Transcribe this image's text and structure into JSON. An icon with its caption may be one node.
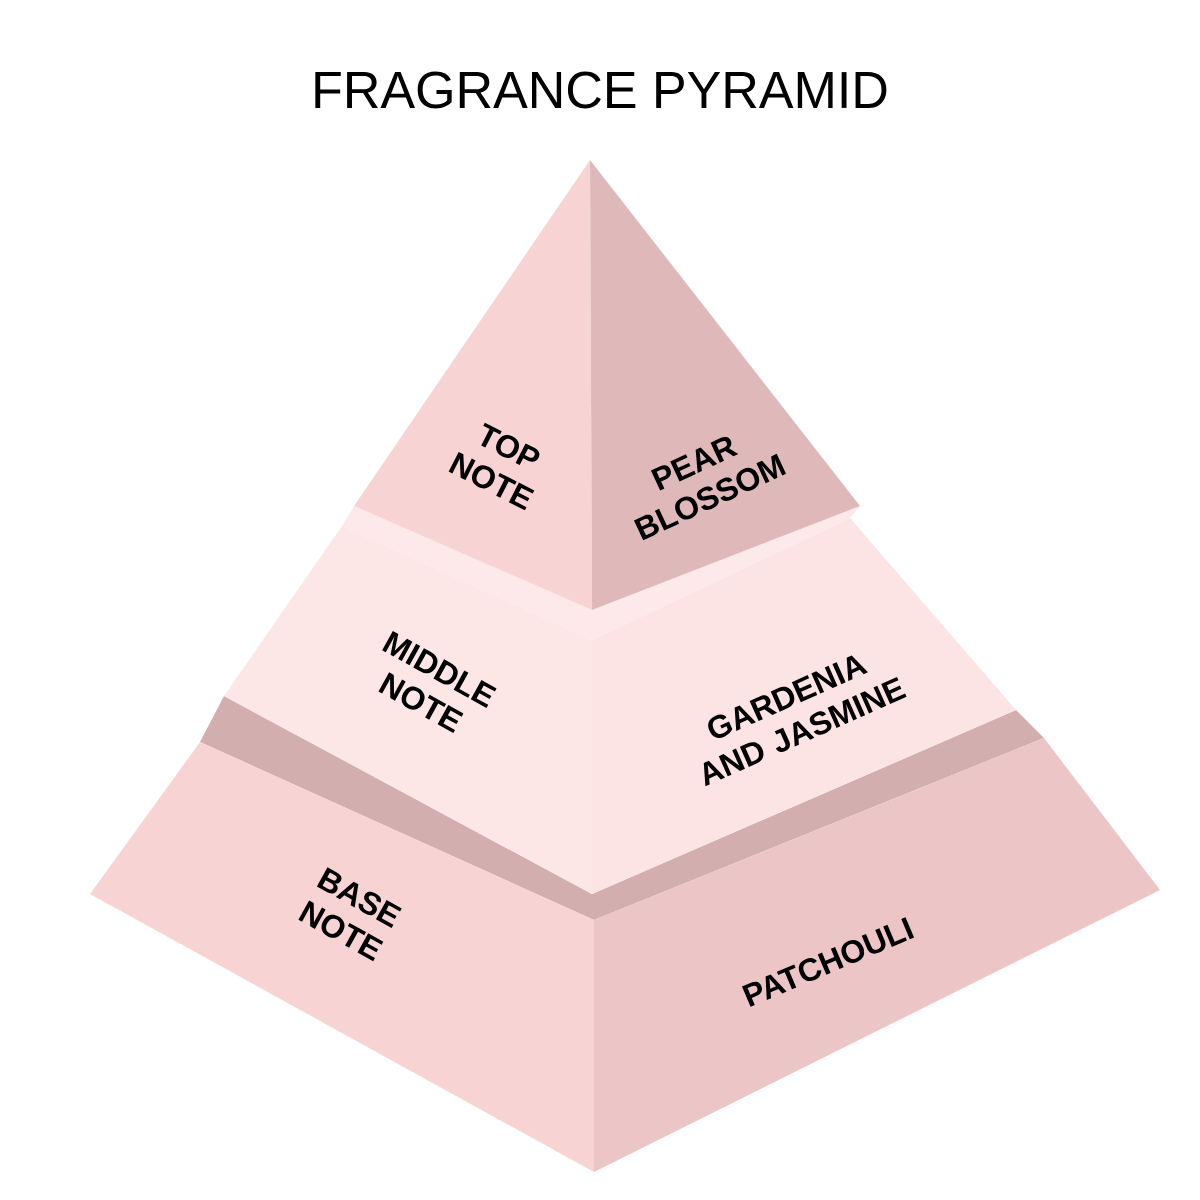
{
  "diagram": {
    "title": "FRAGRANCE PYRAMID",
    "nodes": [
      {
        "text": [
          "TOP NOTE"
        ]
      },
      {
        "text": [
          "PEAR BLOSSOM"
        ]
      },
      {
        "text": [
          "MIDDLE NOTE"
        ]
      },
      {
        "text": [
          "GARDENIA AND JASMINE"
        ]
      },
      {
        "text": [
          "BASE NOTE"
        ]
      },
      {
        "text": [
          "PATCHOULI"
        ]
      }
    ]
  }
}
